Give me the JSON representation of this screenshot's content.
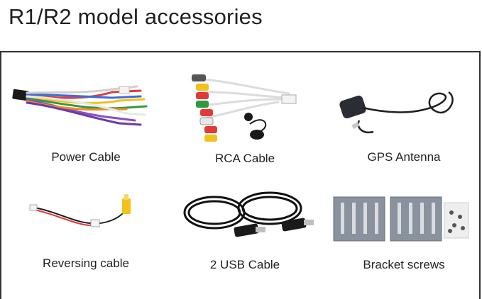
{
  "page": {
    "title": "R1/R2 model accessories"
  },
  "items": [
    {
      "label": "Power Cable",
      "icon": "power-cable-image"
    },
    {
      "label": "RCA Cable",
      "icon": "rca-cable-image"
    },
    {
      "label": "GPS Antenna",
      "icon": "gps-antenna-image"
    },
    {
      "label": "Reversing cable",
      "icon": "reversing-cable-image"
    },
    {
      "label": "2 USB Cable",
      "icon": "usb-cable-image"
    },
    {
      "label": "Bracket screws",
      "icon": "bracket-screws-image"
    }
  ]
}
